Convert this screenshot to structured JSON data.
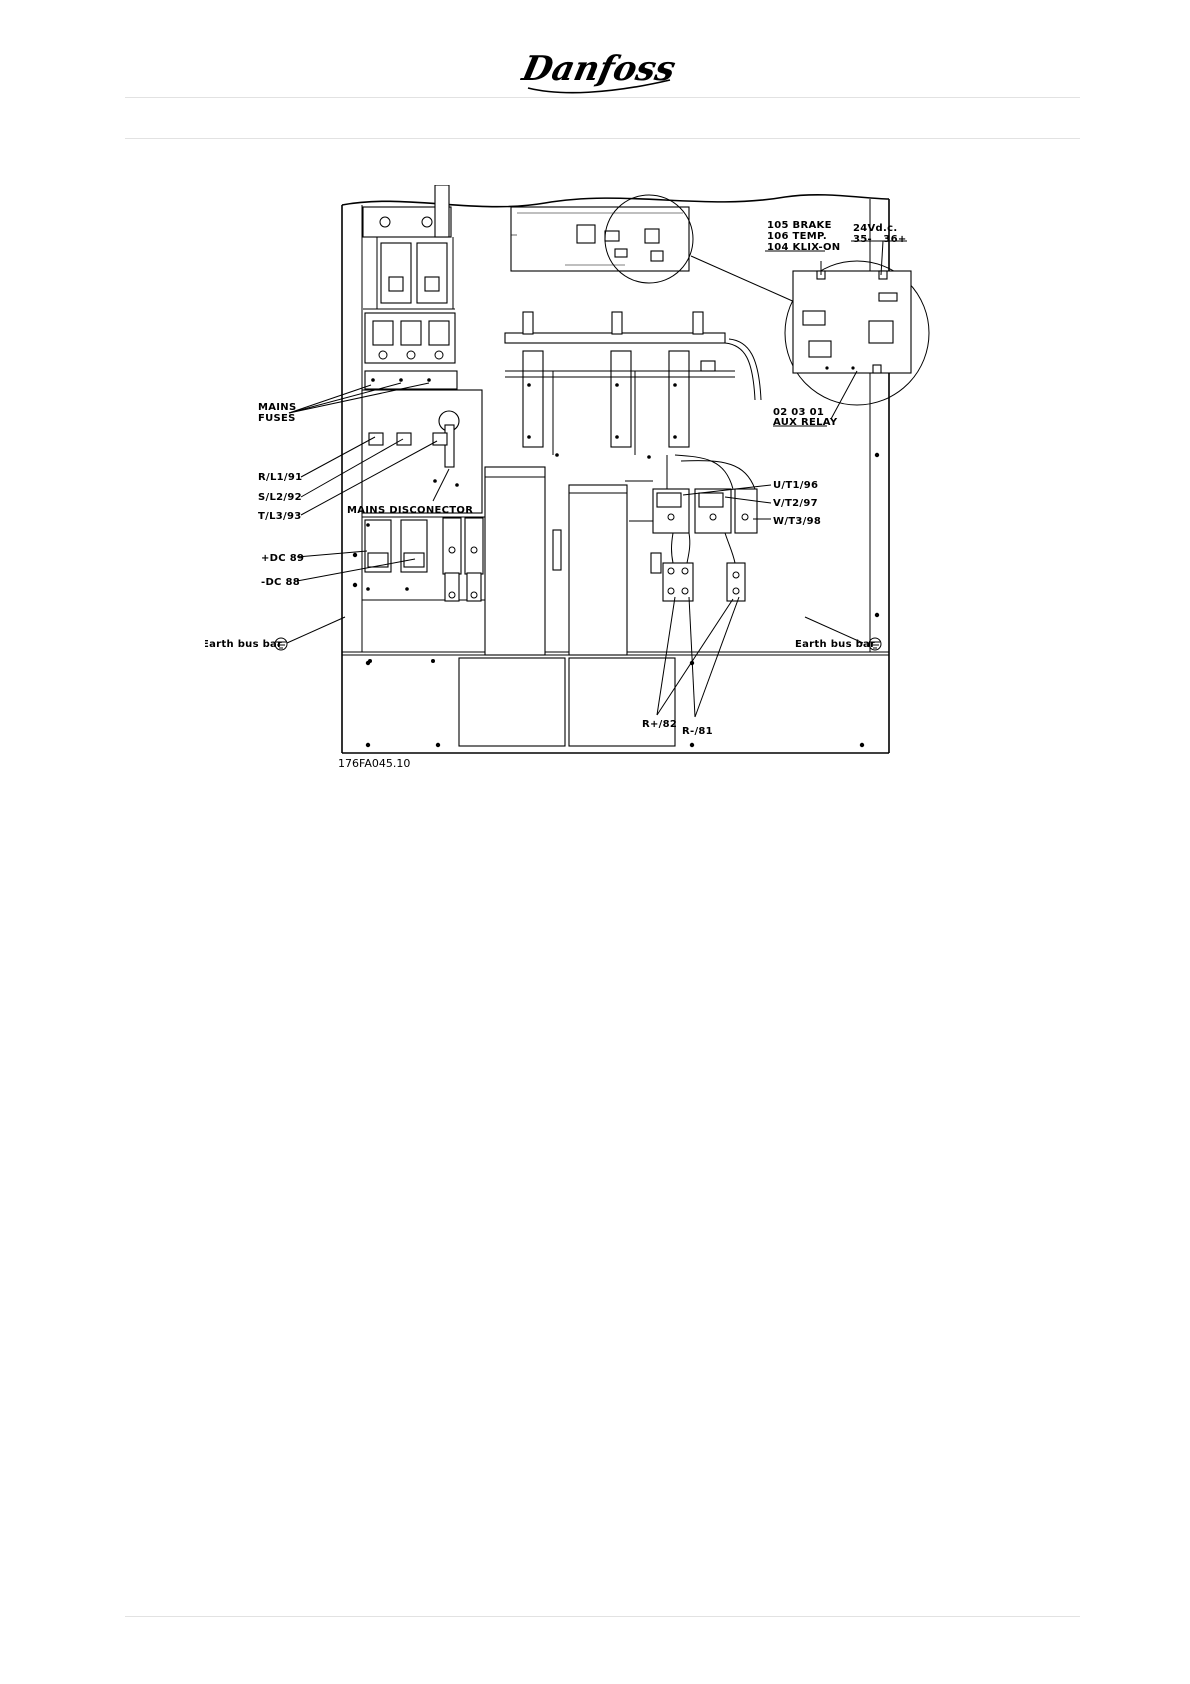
{
  "header": {
    "logo_text": "Danfoss"
  },
  "diagram": {
    "labels": {
      "mains_fuses_1": "MAINS",
      "mains_fuses_2": "FUSES",
      "rl1": "R/L1/91",
      "sl2": "S/L2/92",
      "tl3": "T/L3/93",
      "mains_disconnector": "MAINS DISCONECTOR",
      "dc_plus": "+DC 89",
      "dc_minus": "-DC 88",
      "earth_left": "Earth bus bar",
      "earth_right": "Earth bus bar",
      "brake": "105 BRAKE",
      "temp": "106 TEMP.",
      "klix": "104 KLIX-ON",
      "vdc": "24Vd.c.",
      "vdc_terms": "35-   36+",
      "relay_terms": "02 03 01",
      "aux_relay": "AUX RELAY",
      "ut1": "U/T1/96",
      "vt2": "V/T2/97",
      "wt3": "W/T3/98",
      "r_plus": "R+/82",
      "r_minus": "R-/81",
      "figure_code": "176FA045.10"
    }
  }
}
